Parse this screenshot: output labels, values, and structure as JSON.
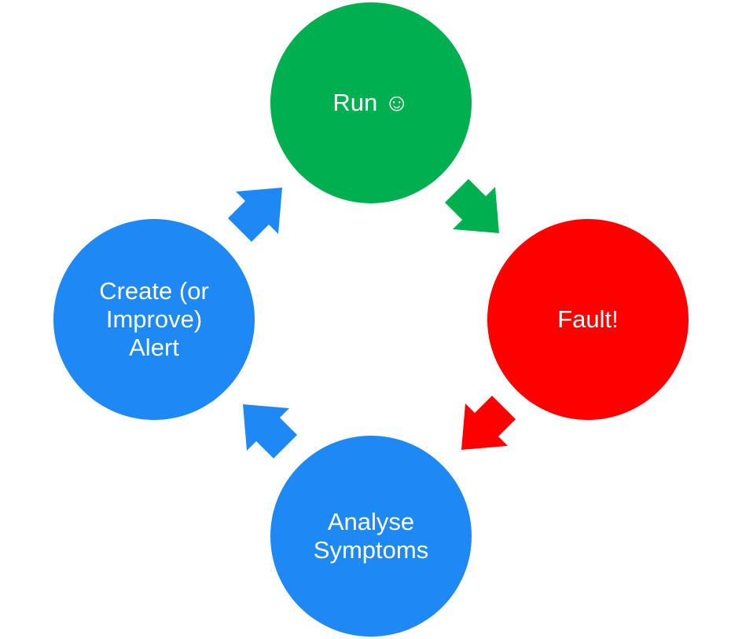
{
  "diagram": {
    "nodes": [
      {
        "id": "run",
        "label": "Run ☺",
        "color": "#00b050"
      },
      {
        "id": "fault",
        "label": "Fault!",
        "color": "#ff0000"
      },
      {
        "id": "analyse",
        "label": "Analyse\nSymptoms",
        "color": "#1e88f5"
      },
      {
        "id": "alert",
        "label": "Create (or\nImprove)\nAlert",
        "color": "#1e88f5"
      }
    ],
    "arrows": [
      {
        "from": "run",
        "to": "fault",
        "color": "#00b050"
      },
      {
        "from": "fault",
        "to": "analyse",
        "color": "#ff0000"
      },
      {
        "from": "analyse",
        "to": "alert",
        "color": "#1e88f5"
      },
      {
        "from": "alert",
        "to": "run",
        "color": "#1e88f5"
      }
    ]
  }
}
